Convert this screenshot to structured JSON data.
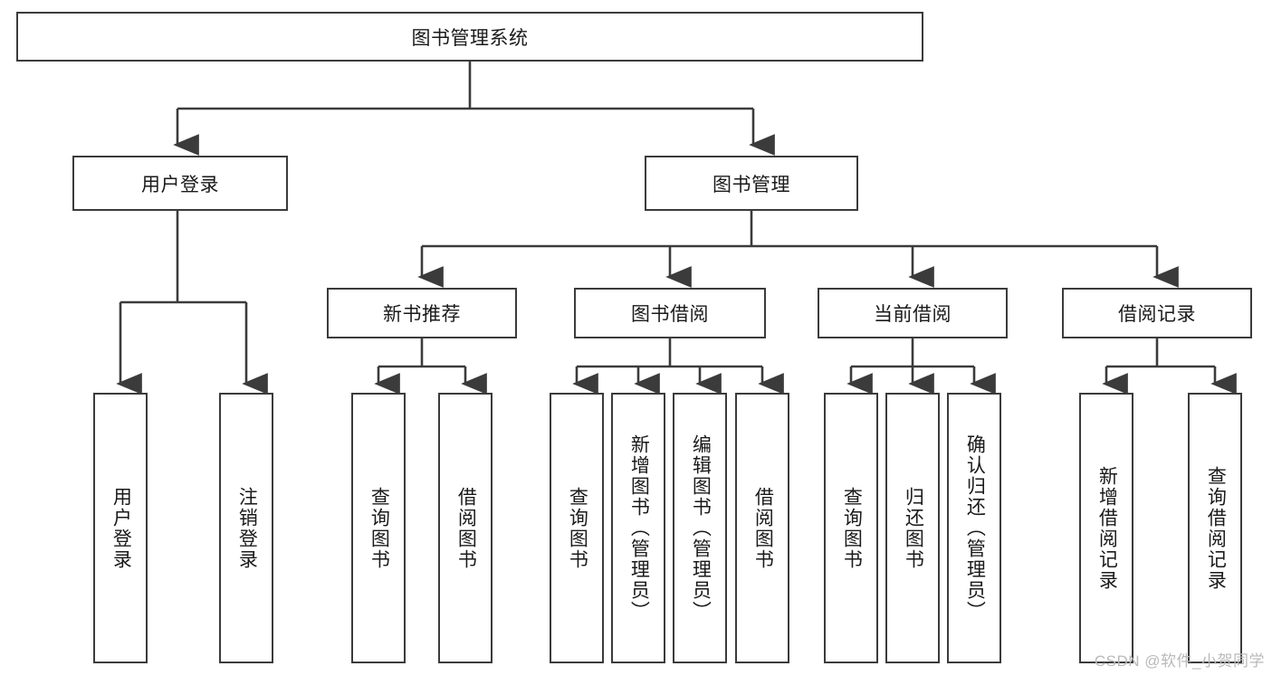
{
  "diagram": {
    "type": "tree-hierarchy",
    "title": "图书管理系统",
    "style": {
      "box_border_color": "#3b3b3b",
      "box_fill": "#ffffff",
      "line_color": "#3b3b3b",
      "text_color": "#1a1a1a",
      "background": "#ffffff"
    },
    "levels": {
      "root": {
        "label": "图书管理系统"
      },
      "level2": [
        {
          "label": "用户登录"
        },
        {
          "label": "图书管理"
        }
      ],
      "level3": [
        {
          "label": "新书推荐"
        },
        {
          "label": "图书借阅"
        },
        {
          "label": "当前借阅"
        },
        {
          "label": "借阅记录"
        }
      ],
      "leaves": {
        "user_login": [
          {
            "label": "用户登录"
          },
          {
            "label": "注销登录"
          }
        ],
        "new_book_recommend": [
          {
            "label": "查询图书"
          },
          {
            "label": "借阅图书"
          }
        ],
        "book_borrow": [
          {
            "label": "查询图书"
          },
          {
            "label": "新增图书（管理员）"
          },
          {
            "label": "编辑图书（管理员）"
          },
          {
            "label": "借阅图书"
          }
        ],
        "current_borrow": [
          {
            "label": "查询图书"
          },
          {
            "label": "归还图书"
          },
          {
            "label": "确认归还（管理员）"
          }
        ],
        "borrow_record": [
          {
            "label": "新增借阅记录"
          },
          {
            "label": "查询借阅记录"
          }
        ]
      }
    }
  },
  "watermark": {
    "text": "CSDN @软件_小贺同学"
  }
}
